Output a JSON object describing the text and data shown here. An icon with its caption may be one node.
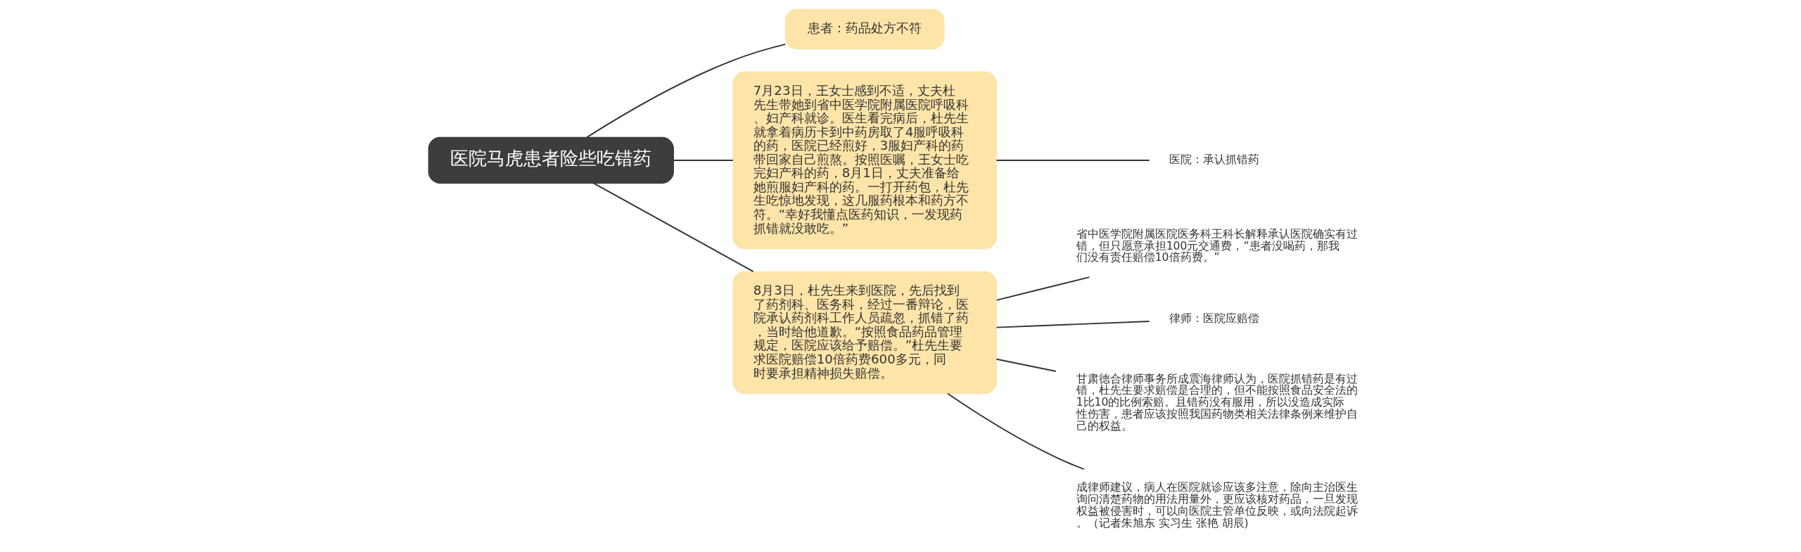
{
  "diagram": {
    "nodes": [
      {
        "text": [
          "医院马虎患者险些吃错药"
        ]
      },
      {
        "text": [
          "患者：药品处方不符"
        ]
      },
      {
        "text": [
          "7月23日，王女士感到不适，丈夫杜先生带她到省中医学院附属医院呼吸科、妇产科就诊。医生看完病后，杜先生就拿着病历卡到中药房取了4服呼吸科的药，医院已经煎好，3服妇产科的药带回家自己煎熬。按照医嘱，王女士吃完妇产科的药，8月1日，丈夫准备给她煎服妇产科的药。一打开药包，杜先生吃惊地发现，这几服药根本和药方不符。“幸好我懂点医药知识，一发现药抓错就没敢吃。”"
        ]
      },
      {
        "text": [
          "医院：承认抓错药"
        ]
      },
      {
        "text": [
          "8月3日，杜先生来到医院，先后找到了药剂科、医务科，经过一番辩论，医院承认药剂科工作人员疏忽，抓错了药，当时给他道歉。“按照食品药品管理规定，医院应该给予赔偿。”杜先生要求医院赔偿10倍药费600多元，同时要承担精神损失赔偿。"
        ]
      },
      {
        "text": [
          "省中医学院附属医院医务科王科长解释承认医院确实有过错，但只愿意承担100元交通费，“患者没喝药，那我们没有责任赔偿10倍药费。”"
        ]
      },
      {
        "text": [
          "律师：医院应赔偿"
        ]
      },
      {
        "text": [
          "甘肃德合律师事务所成震海律师认为，医院抓错药是有过错，杜先生要求赔偿是合理的，但不能按照食品安全法的1比10的比例索赔。且错药没有服用，所以没造成实际性伤害，患者应该按照我国药物类相关法律条例来维护自己的权益。"
        ]
      },
      {
        "text": [
          "成律师建议，病人在医院就诊应该多注意，除向主治医生询问清楚药物的用法用量外，更应该核对药品，一旦发现权益被侵害时，可以向医院主管单位反映，或向法院起诉。（记者朱旭东 实习生 张艳 胡辰)"
        ]
      }
    ],
    "edges": [
      {
        "from": 0,
        "to": 1,
        "arrow": "none"
      },
      {
        "from": 0,
        "to": 2,
        "arrow": "none"
      },
      {
        "from": 2,
        "to": 3,
        "arrow": "none"
      },
      {
        "from": 0,
        "to": 4,
        "arrow": "none"
      },
      {
        "from": 4,
        "to": 5,
        "arrow": "none"
      },
      {
        "from": 4,
        "to": 6,
        "arrow": "none"
      },
      {
        "from": 4,
        "to": 7,
        "arrow": "none"
      },
      {
        "from": 4,
        "to": 8,
        "arrow": "none"
      }
    ]
  }
}
